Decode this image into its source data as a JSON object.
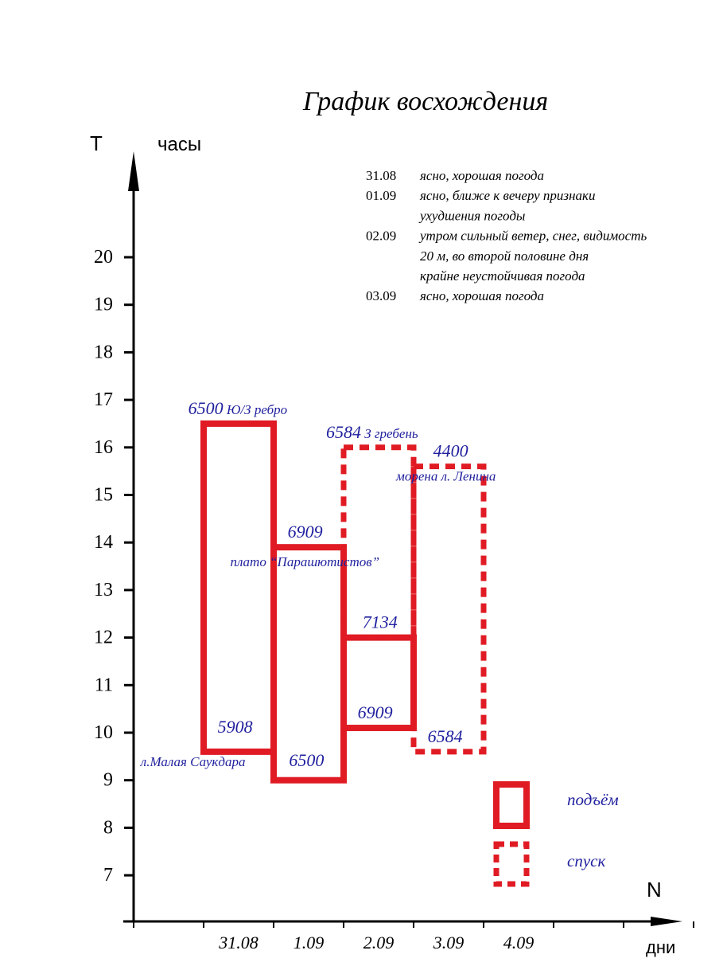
{
  "chart_data": {
    "type": "gantt",
    "title": "График  восхождения",
    "ylabel_symbol": "T",
    "ylabel": "часы",
    "xlabel_symbol": "N",
    "xlabel": "дни",
    "y_ticks": [
      7,
      8,
      9,
      10,
      11,
      12,
      13,
      14,
      15,
      16,
      17,
      18,
      19,
      20
    ],
    "x_tick_count": 9,
    "x_labels": [
      "31.08",
      "1.09",
      "2.09",
      "3.09",
      "4.09"
    ],
    "colors": {
      "segment": "#e01b24",
      "annotation": "#1f1f9e",
      "axis": "#000000"
    },
    "weather": [
      {
        "date": "31.08",
        "lines": [
          "ясно, хорошая погода"
        ]
      },
      {
        "date": "01.09",
        "lines": [
          "ясно, ближе к вечеру признаки",
          "ухудшения погоды"
        ]
      },
      {
        "date": "02.09",
        "lines": [
          "утром сильный ветер, снег, видимость",
          "20 м, во второй половине дня",
          "крайне неустойчивая погода"
        ]
      },
      {
        "date": "03.09",
        "lines": [
          "ясно, хорошая погода"
        ]
      }
    ],
    "segments": [
      {
        "mode": "ascent",
        "day_start": 1,
        "day_end": 2,
        "hour_start": 9.6,
        "hour_end": 16.5
      },
      {
        "mode": "ascent",
        "day_start": 2,
        "day_end": 3,
        "hour_start": 9.0,
        "hour_end": 13.9
      },
      {
        "mode": "ascent",
        "day_start": 3,
        "day_end": 4,
        "hour_start": 10.1,
        "hour_end": 12.0
      },
      {
        "mode": "descent",
        "day_start": 3,
        "day_end": 4,
        "hour_start": 12.0,
        "hour_end": 16.0
      },
      {
        "mode": "descent",
        "day_start": 4,
        "day_end": 5,
        "hour_start": 9.6,
        "hour_end": 15.6
      }
    ],
    "annotations": [
      {
        "text": "6500",
        "extra": "Ю/З ребро",
        "day": 0.78,
        "hour": 16.7,
        "size": "large"
      },
      {
        "text": "5908",
        "extra": "",
        "day": 1.2,
        "hour": 10.0,
        "size": "large"
      },
      {
        "text": "л.Малая Саукдара",
        "extra": "",
        "day": 0.1,
        "hour": 9.3,
        "size": "small"
      },
      {
        "text": "6909",
        "extra": "",
        "day": 2.2,
        "hour": 14.1,
        "size": "large"
      },
      {
        "text": "плато “Парашютистов”",
        "extra": "",
        "day": 1.38,
        "hour": 13.5,
        "size": "small"
      },
      {
        "text": "6500",
        "extra": "",
        "day": 2.22,
        "hour": 9.3,
        "size": "large"
      },
      {
        "text": "6584",
        "extra": "З гребень",
        "day": 2.75,
        "hour": 16.2,
        "size": "large"
      },
      {
        "text": "4400",
        "extra": "",
        "day": 4.28,
        "hour": 15.8,
        "size": "large"
      },
      {
        "text": "морена л. Ленина",
        "extra": "",
        "day": 3.75,
        "hour": 15.3,
        "size": "small"
      },
      {
        "text": "7134",
        "extra": "",
        "day": 3.27,
        "hour": 12.2,
        "size": "large"
      },
      {
        "text": "6909",
        "extra": "",
        "day": 3.2,
        "hour": 10.3,
        "size": "large"
      },
      {
        "text": "6584",
        "extra": "",
        "day": 4.2,
        "hour": 9.8,
        "size": "large"
      }
    ],
    "legend": [
      {
        "mode": "ascent",
        "label": "подъём"
      },
      {
        "mode": "descent",
        "label": "спуск"
      }
    ]
  }
}
